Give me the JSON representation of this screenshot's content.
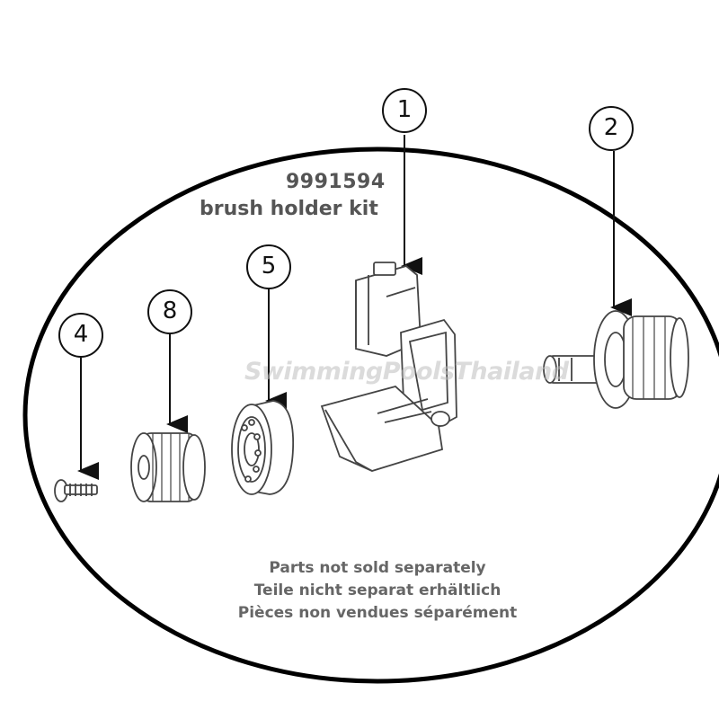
{
  "kit": {
    "code": "9991594",
    "name": "brush holder kit"
  },
  "notices": [
    "Parts not sold separately",
    "Teile nicht separat erhältlich",
    "Pièces non vendues séparément"
  ],
  "watermark": "SwimmingPoolsThailand",
  "callouts": [
    {
      "label": "1",
      "part": "brush holder"
    },
    {
      "label": "2",
      "part": "drive pulley"
    },
    {
      "label": "5",
      "part": "bearing"
    },
    {
      "label": "8",
      "part": "gear wheel"
    },
    {
      "label": "4",
      "part": "screw"
    }
  ],
  "colors": {
    "line": "#111111",
    "part_stroke": "#444444",
    "text": "#555555"
  }
}
